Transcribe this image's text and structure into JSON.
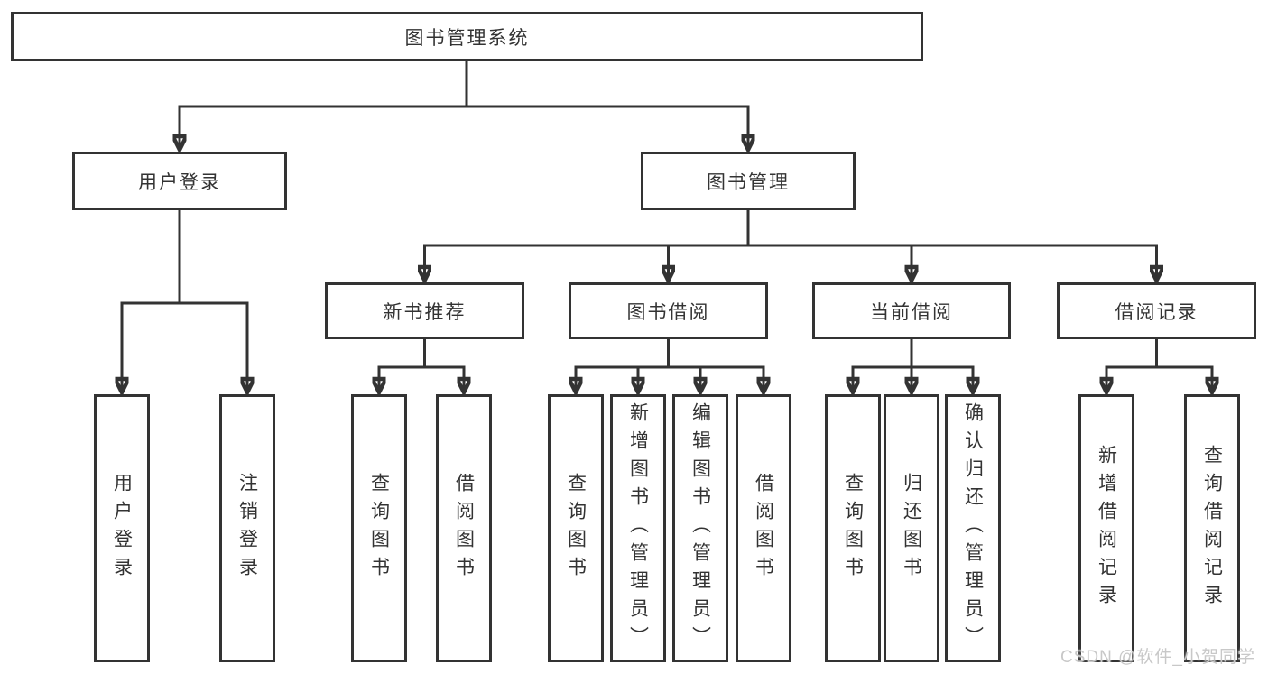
{
  "tree": {
    "label": "图书管理系统",
    "children": [
      {
        "label": "用户登录",
        "children": [
          {
            "label": "用户登录"
          },
          {
            "label": "注销登录"
          }
        ]
      },
      {
        "label": "图书管理",
        "children": [
          {
            "label": "新书推荐",
            "children": [
              {
                "label": "查询图书"
              },
              {
                "label": "借阅图书"
              }
            ]
          },
          {
            "label": "图书借阅",
            "children": [
              {
                "label": "查询图书"
              },
              {
                "label": "新增图书（管理员）"
              },
              {
                "label": "编辑图书（管理员）"
              },
              {
                "label": "借阅图书"
              }
            ]
          },
          {
            "label": "当前借阅",
            "children": [
              {
                "label": "查询图书"
              },
              {
                "label": "归还图书"
              },
              {
                "label": "确认归还（管理员）"
              }
            ]
          },
          {
            "label": "借阅记录",
            "children": [
              {
                "label": "新增借阅记录"
              },
              {
                "label": "查询借阅记录"
              }
            ]
          }
        ]
      }
    ]
  },
  "watermark": "CSDN @软件_小贺同学",
  "colors": {
    "line": "#333333",
    "text": "#333333",
    "box_background": "#ffffff",
    "watermark": "#c8c8c8",
    "background": "#ffffff"
  }
}
